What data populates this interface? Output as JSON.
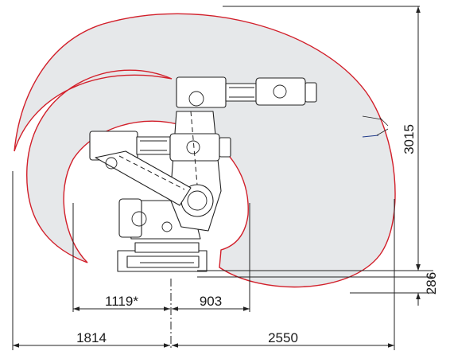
{
  "colors": {
    "envelope_stroke": "#d21f2a",
    "envelope_fill": "#e6e8ea",
    "line": "#222222",
    "text": "#1a1a1a"
  },
  "dimensions": {
    "horizontal": {
      "left_inner": "1119*",
      "right_inner": "903",
      "left_outer": "1814",
      "right_outer": "2550"
    },
    "vertical": {
      "height": "3015",
      "offset": "286"
    }
  }
}
